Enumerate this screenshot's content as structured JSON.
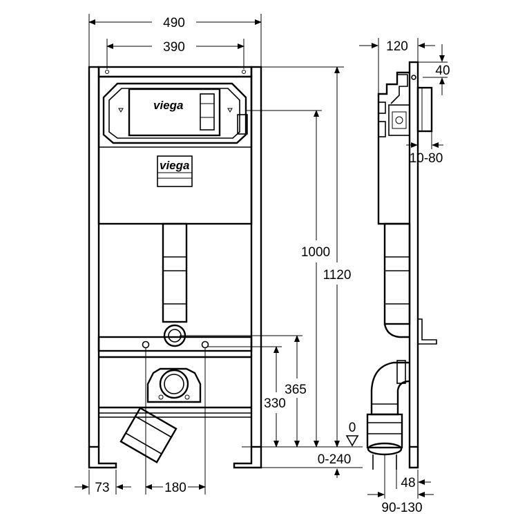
{
  "brand": {
    "logo_text": "viega"
  },
  "dimensions": {
    "front_width_outer": "490",
    "front_width_inner": "390",
    "height_1000": "1000",
    "height_1120": "1120",
    "height_365": "365",
    "height_330": "330",
    "floor_0": "0",
    "floor_range": "0-240",
    "foot_73": "73",
    "pipe_spacing_180": "180",
    "side_depth_120": "120",
    "side_top_40": "40",
    "side_range_10_80": "10-80",
    "side_48": "48",
    "side_90_130": "90-130"
  }
}
